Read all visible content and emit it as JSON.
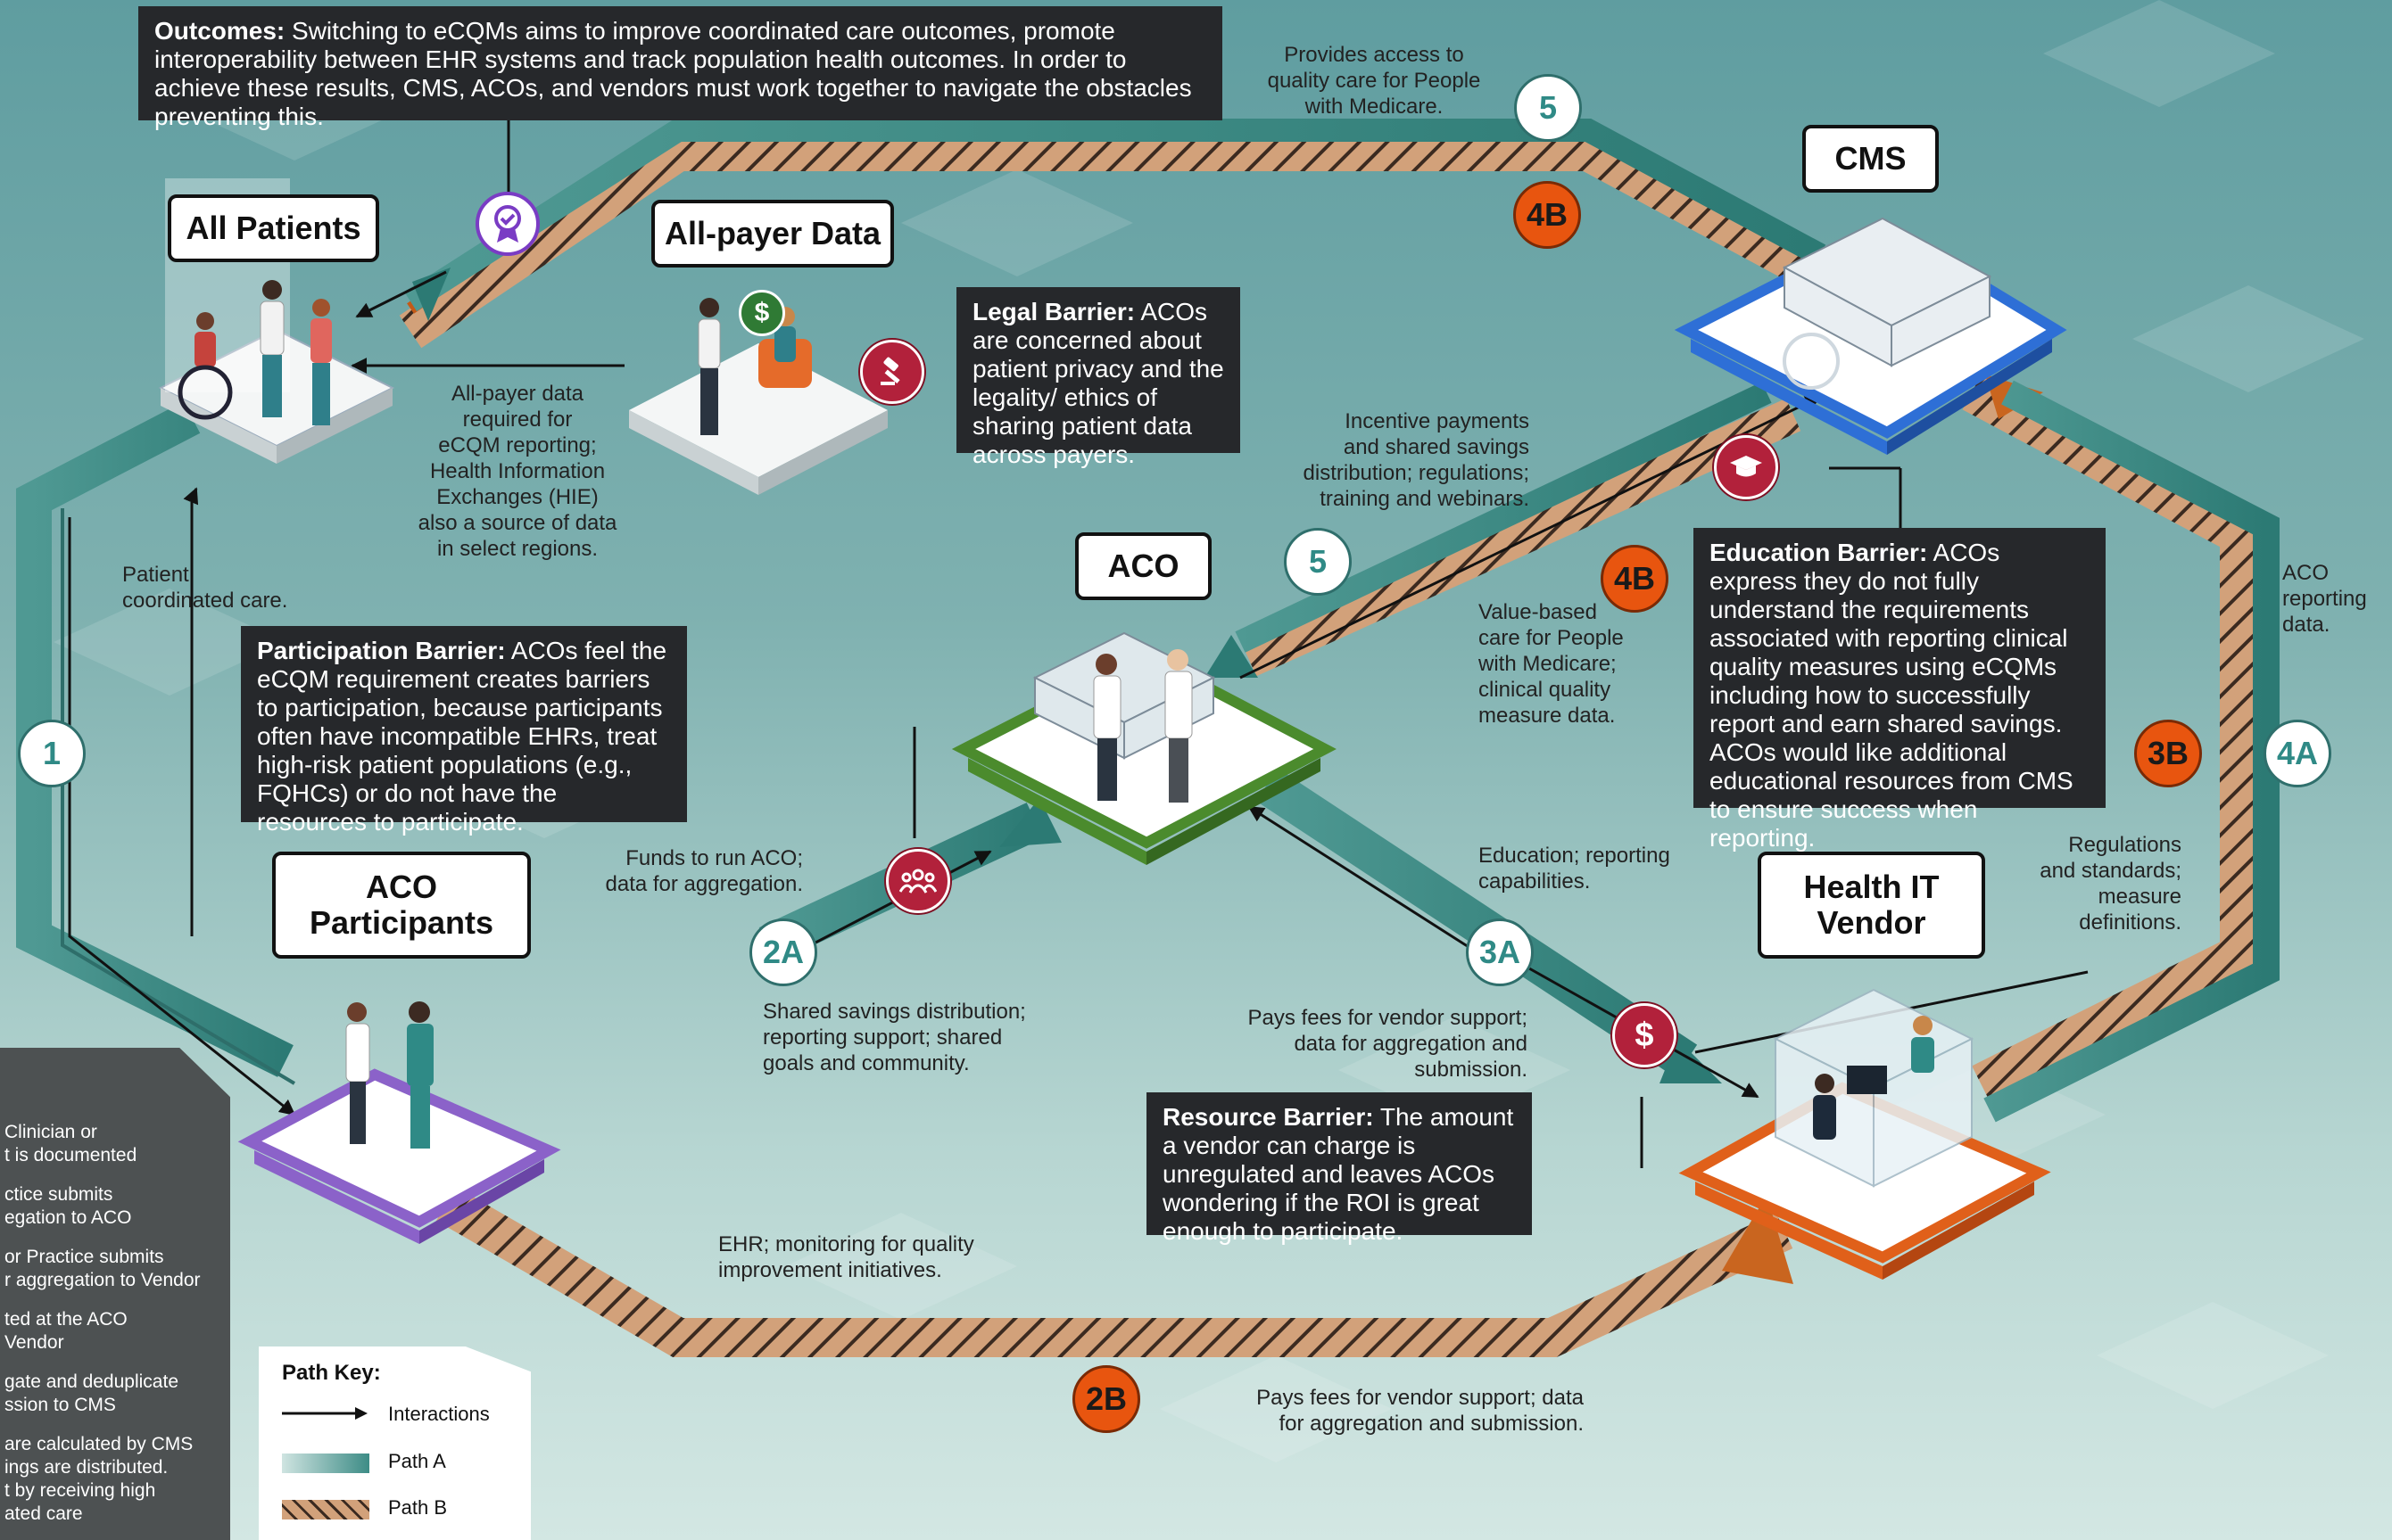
{
  "labels": {
    "all_patients": "All Patients",
    "all_payer_data": "All-payer Data",
    "cms": "CMS",
    "aco": "ACO",
    "aco_participants": "ACO\nParticipants",
    "health_it_vendor": "Health IT\nVendor"
  },
  "boxes": {
    "outcomes_title": "Outcomes:",
    "outcomes_text": " Switching to eCQMs aims to improve coordinated care outcomes, promote interoperability between EHR systems and track population health outcomes. In order to achieve these results, CMS, ACOs, and vendors must work together to navigate the obstacles preventing this.",
    "legal_title": "Legal Barrier:",
    "legal_text": " ACOs are concerned about patient privacy and the legality/ ethics of sharing patient data across payers.",
    "education_title": "Education Barrier:",
    "education_text": " ACOs express they do not fully understand the requirements associated with reporting clinical quality measures using eCQMs including how to successfully report and earn shared savings. ACOs would like additional educational resources from CMS to ensure success when reporting.",
    "participation_title": "Participation Barrier:",
    "participation_text": " ACOs feel the eCQM requirement creates barriers to participation, because participants often have incompatible EHRs, treat high-risk patient populations (e.g., FQHCs) or do not have the resources to participate.",
    "resource_title": "Resource Barrier:",
    "resource_text": " The amount a vendor can charge is unregulated and leaves ACOs wondering if the ROI is great enough to participate."
  },
  "annotations": {
    "provides_access": "Provides access to\nquality care for People\nwith Medicare.",
    "all_payer_required": "All-payer data\nrequired for\neCQM reporting;\nHealth Information\nExchanges (HIE)\nalso a source of data\nin select regions.",
    "patient_coordinated": "Patient\ncoordinated care.",
    "incentive_payments": "Incentive payments\nand shared savings\ndistribution; regulations;\ntraining and webinars.",
    "value_based": "Value-based\ncare for People\nwith Medicare;\nclinical quality\nmeasure data.",
    "aco_reporting": "ACO\nreporting\ndata.",
    "funds_to_run": "Funds to run ACO;\ndata for aggregation.",
    "education_reporting": "Education; reporting\ncapabilities.",
    "regulations_standards": "Regulations\nand standards;\nmeasure\ndefinitions.",
    "shared_savings": "Shared savings distribution;\nreporting support; shared\ngoals and community.",
    "pays_fees_1": "Pays fees for vendor support;\ndata for aggregation and\nsubmission.",
    "ehr_monitoring": "EHR; monitoring for quality\nimprovement initiatives.",
    "pays_fees_2": "Pays fees for vendor support; data\nfor aggregation and submission."
  },
  "path_numbers": {
    "n1": "1",
    "n2a": "2A",
    "n2b": "2B",
    "n3a": "3A",
    "n3b": "3B",
    "n4a": "4A",
    "n4b_top": "4B",
    "n4b_mid": "4B",
    "n5_top": "5",
    "n5_mid": "5"
  },
  "legend_panel": [
    "Clinician or\nt is documented",
    "ctice submits\negation to ACO",
    "or Practice submits\nr aggregation to Vendor",
    "ted at the ACO\nVendor",
    "gate and deduplicate\nssion to CMS",
    "are calculated by CMS\nings are distributed.\nt by receiving high\nated care"
  ],
  "path_key": {
    "title": "Path Key:",
    "interactions": "Interactions",
    "path_a": "Path A",
    "path_b": "Path B"
  },
  "icons": {
    "ribbon": "award-ribbon-icon",
    "gavel": "gavel-icon",
    "graduation": "graduation-cap-icon",
    "people": "group-icon",
    "dollar": "dollar-icon"
  },
  "badge_glyphs": {
    "dollar": "$",
    "coin": "$"
  },
  "colors": {
    "path_a": "#3d8c86",
    "path_b": "#c9651f",
    "barrier_badge": "#b2213b",
    "orange_circle": "#e8550f",
    "ribbon_purple": "#7a3cc4"
  }
}
